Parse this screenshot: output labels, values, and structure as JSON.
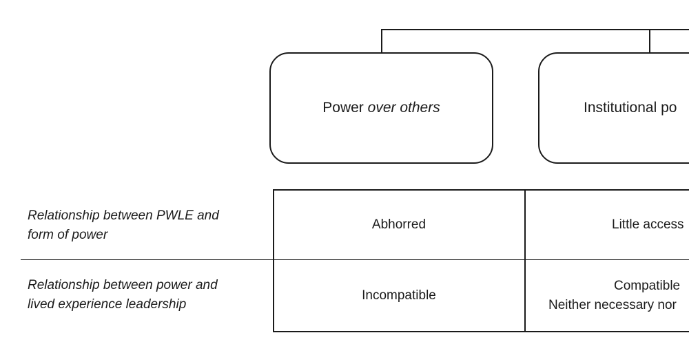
{
  "nodes": [
    {
      "label_plain": "Power ",
      "label_italic": "over others"
    },
    {
      "label_plain": "Institutional po",
      "label_italic": ""
    }
  ],
  "rows": [
    {
      "label_line1": "Relationship between PWLE and",
      "label_line2": "form of power",
      "cells": [
        {
          "line1": "Abhorred"
        },
        {
          "line1": "Little access"
        }
      ]
    },
    {
      "label_line1": "Relationship between power and",
      "label_line2": "lived experience leadership",
      "cells": [
        {
          "line1": "Incompatible"
        },
        {
          "line1": "Compatible",
          "line2": "Neither necessary nor"
        }
      ]
    }
  ]
}
